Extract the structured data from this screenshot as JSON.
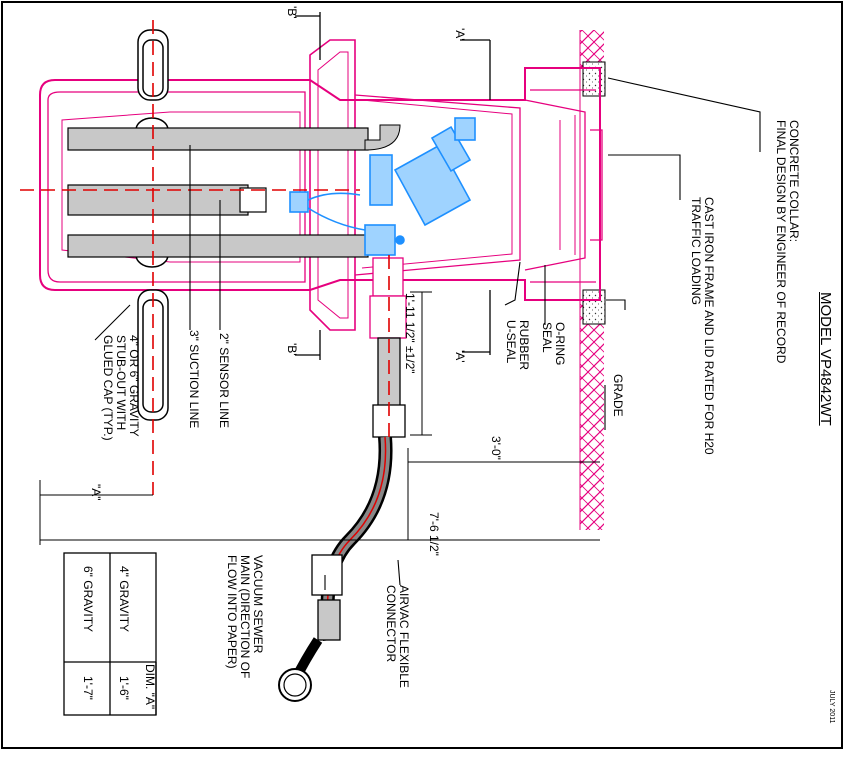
{
  "title": "MODEL VP4842WT",
  "date": "JULY 2011",
  "callouts": {
    "concrete_collar": "CONCRETE COLLAR:\nFINAL DESIGN BY ENGINEER OF RECORD",
    "cast_iron_frame": "CAST IRON FRAME AND LID RATED FOR H20\nTRAFFIC LOADING",
    "o_ring_seal": "O-RING\nSEAL",
    "rubber_u_seal": "RUBBER\nU-SEAL",
    "grade": "GRADE",
    "suction_line": "3\" SUCTION LINE",
    "sensor_line": "2\" SENSOR LINE",
    "gravity_stubout": "4\" OR 6\" GRAVITY\nSTUB-OUT WITH\nGLUED CAP (TYP.)",
    "vacuum_sewer_main": "VACUUM SEWER\nMAIN (DIRECTION OF\nFLOW INTO PAPER)",
    "airvac_connector": "AIRVAC FLEXIBLE\nCONNECTOR"
  },
  "dimensions": {
    "depth": "1'-11 1/2\" ±1/2\"",
    "three_ft": "3'-0\"",
    "overall": "7'-6 1/2\"",
    "dim_a": "\"A\""
  },
  "section_marks": {
    "a_top": "'A'",
    "a_bottom": "'A'",
    "b_top": "'B'",
    "b_bottom": "'B'"
  },
  "table": {
    "header": [
      "",
      "DIM. \"A\""
    ],
    "rows": [
      [
        "4\" GRAVITY",
        "1'-6\""
      ],
      [
        "6\" GRAVITY",
        "1'-7\""
      ]
    ]
  },
  "colors": {
    "chamber": "#e6007e",
    "valve": "#1e90ff",
    "centerline": "#e00000",
    "pipe_fill": "#c8c8c8",
    "ink": "#000000"
  }
}
